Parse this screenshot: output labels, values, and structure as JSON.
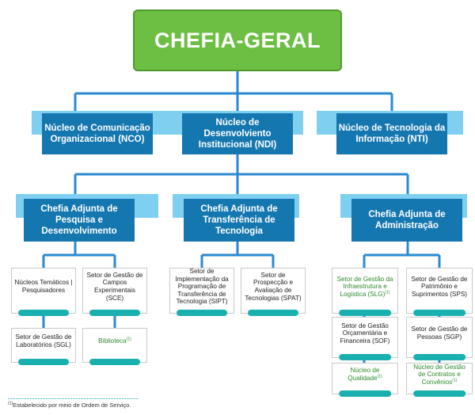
{
  "top": {
    "label": "CHEFIA-GERAL"
  },
  "nucleos": [
    {
      "label": "Núcleo de Comunicação Organizacional (NCO)"
    },
    {
      "label": "Núcleo de Desenvolviento Institucional (NDI)"
    },
    {
      "label": "Núcleo de Tecnologia da Informação (NTI)"
    }
  ],
  "chefias": [
    {
      "label": "Chefia Adjunta de Pesquisa e Desenvolvimento"
    },
    {
      "label": "Chefia Adjunta de Transferência de Tecnologia"
    },
    {
      "label": "Chefia Adjunta de Administração"
    }
  ],
  "setores": [
    {
      "label": "Núcleos Temáticos | Pesquisadores"
    },
    {
      "label": "Setor de Gestão de Campos Experimentais (SCE)"
    },
    {
      "label": "Setor de Gestão de Laboratórios (SGL)"
    },
    {
      "label": "Biblioteca",
      "note": "(1)"
    },
    {
      "label": "Setor de Implementação da Programação de Transferência de Tecnologia (SIPT)"
    },
    {
      "label": "Setor de Prospecção e Avaliação de Tecnologias (SPAT)"
    },
    {
      "label": "Setor de Gestão da Infraestrutura e Logística (SLG)",
      "note": "(1)"
    },
    {
      "label": "Setor de Gestão de Patrimônio e Suprimentos (SPS)"
    },
    {
      "label": "Setor de Gestão Orçamentária e Financeira (SOF)"
    },
    {
      "label": "Setor de Gestão de Pessoas (SGP)"
    },
    {
      "label": "Núcleo de Qualidade",
      "note": "(1)"
    },
    {
      "label": "Núcleo de Gestão de Contratos e Convênios",
      "note": "(1)"
    }
  ],
  "footnote": {
    "mark": "(1)",
    "text": "Estabelecido por meio de Ordem de Serviço."
  },
  "colors": {
    "top": "#6dbf44",
    "blue": "#1577b0",
    "tab": "#7fd0f0",
    "connector": "#2a8ad0",
    "bar": "#1ab0b0",
    "green_text": "#2e8b2e"
  }
}
